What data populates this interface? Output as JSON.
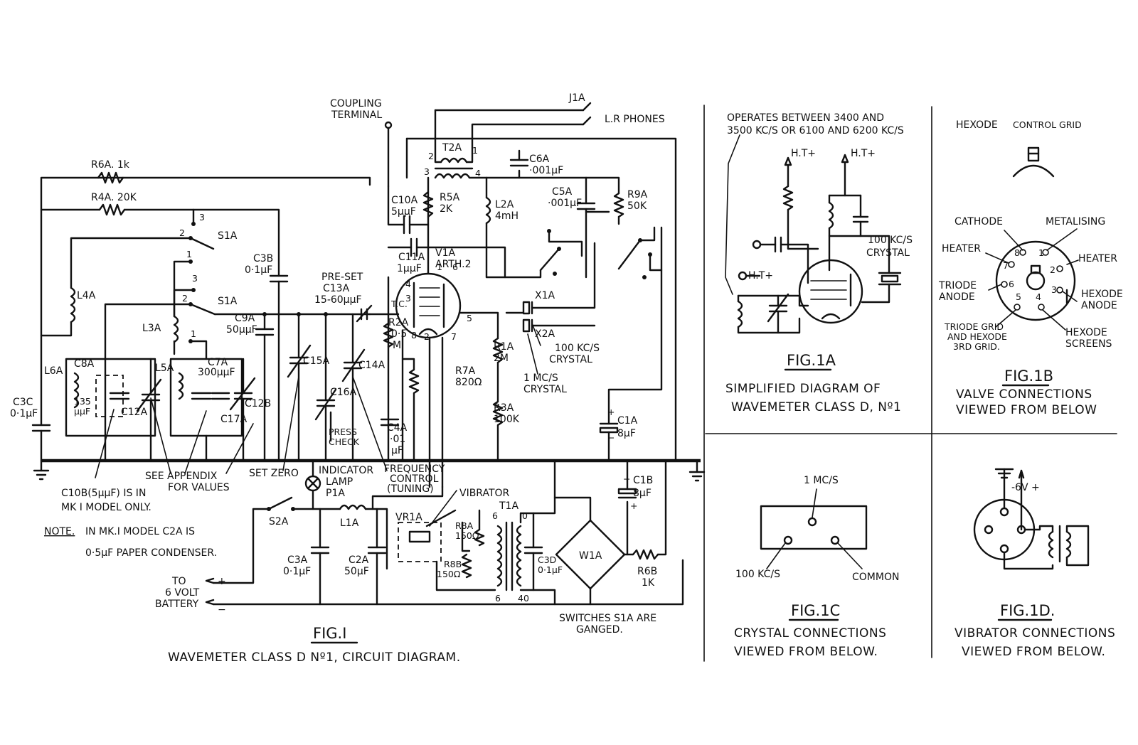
{
  "fig1": {
    "title": "FIG.I",
    "caption": "WAVEMETER CLASS D Nº1, CIRCUIT DIAGRAM.",
    "coupling_terminal": [
      "COUPLING",
      "TERMINAL"
    ],
    "j1a": "J1A",
    "phones": "L.R PHONES",
    "t2a": "T2A",
    "c6a": [
      "C6A",
      "·001μF"
    ],
    "r6a": "R6A. 1k",
    "r4a": "R4A. 20K",
    "s1a": "S1A",
    "c10a": [
      "C10A",
      "5μμF"
    ],
    "r5a": [
      "R5A",
      "2K"
    ],
    "l2a": [
      "L2A",
      "4mH"
    ],
    "c5a": [
      "C5A",
      "·001μF"
    ],
    "r9a": [
      "R9A",
      "50K"
    ],
    "c3b": [
      "C3B",
      "0·1μF"
    ],
    "c11a": [
      "C11A",
      "1μμF"
    ],
    "v1a": [
      "V1A",
      "ARTH.2"
    ],
    "l4a": "L4A",
    "l3a": "L3A",
    "preset": [
      "PRE-SET",
      "C13A",
      "15-60μμF"
    ],
    "tc": "T.C.",
    "c9a": [
      "C9A",
      "50μμF"
    ],
    "x1a": "X1A",
    "x2a": "X2A",
    "crystal_100": [
      "100 KC/S",
      "CRYSTAL"
    ],
    "crystal_1m": [
      "1 MC/S",
      "CRYSTAL"
    ],
    "r2a": [
      "R2A",
      "0·5",
      "M"
    ],
    "r1a": [
      "R1A",
      "2M"
    ],
    "r7a": [
      "R7A",
      "820Ω"
    ],
    "r3a": [
      "R3A",
      "100K"
    ],
    "l6a": "L6A",
    "c8a": "C8A",
    "c8a_val": [
      "135",
      "μμF"
    ],
    "c12a": "C12A",
    "l5a": "L5A",
    "c7a": [
      "C7A",
      "300μμF"
    ],
    "c17a": "C17A",
    "c12b": "C12B",
    "c15a": "C15A",
    "c16a": "C16A",
    "press_check": [
      "PRESS",
      "CHECK"
    ],
    "c14a": "C14A",
    "c4a": [
      "C4A",
      "·01",
      "μF"
    ],
    "c1a": [
      "C1A",
      "8μF"
    ],
    "c3c": [
      "C3C",
      "0·1μF"
    ],
    "see_appendix": [
      "SEE APPENDIX",
      "FOR VALUES"
    ],
    "set_zero": "SET ZERO",
    "indicator": [
      "INDICATOR",
      "LAMP",
      "P1A"
    ],
    "freq_control": [
      "FREQUENCY",
      "CONTROL",
      "(TUNING)"
    ],
    "c10b_note": [
      "C10B(5μμF) IS IN",
      "MK I  MODEL ONLY."
    ],
    "note_label": "NOTE.",
    "note_text": [
      "IN MK.I MODEL C2A IS",
      "0·5μF PAPER CONDENSER."
    ],
    "s2a": "S2A",
    "l1a": "L1A",
    "vibrator": "VIBRATOR",
    "vr1a": "VR1A",
    "t1a": "T1A",
    "r8a": [
      "R8A",
      "150Ω"
    ],
    "r8b": [
      "R8B",
      "150Ω"
    ],
    "c3a": [
      "C3A",
      "0·1μF"
    ],
    "c2a": [
      "C2A",
      "50μF"
    ],
    "c3d": [
      "C3D",
      "0·1μF"
    ],
    "w1a": "W1A",
    "c1b": [
      "C1B",
      "8μF"
    ],
    "r6b": [
      "R6B",
      "1K"
    ],
    "battery": [
      "TO",
      "6 VOLT",
      "BATTERY"
    ],
    "ganged": [
      "SWITCHES S1A ARE",
      "GANGED."
    ],
    "pins": [
      "1",
      "2",
      "3",
      "4",
      "5",
      "6",
      "7",
      "8"
    ]
  },
  "fig1a": {
    "title": "FIG.1A",
    "note": [
      "OPERATES BETWEEN 3400 AND",
      "3500 KC/S OR 6100 AND 6200 KC/S"
    ],
    "ht": "H.T+",
    "crystal": [
      "100 KC/S",
      "CRYSTAL"
    ],
    "caption": [
      "SIMPLIFIED DIAGRAM OF",
      "WAVEMETER CLASS D, Nº1"
    ]
  },
  "fig1b": {
    "title": "FIG.1B",
    "hexode": "HEXODE",
    "control_grid": "CONTROL GRID",
    "cathode": "CATHODE",
    "metalising": "METALISING",
    "heater": "HEATER",
    "triode_anode": [
      "TRIODE",
      "ANODE"
    ],
    "hexode_anode": [
      "HEXODE",
      "ANODE"
    ],
    "triode_grid": [
      "TRIODE GRID",
      "AND HEXODE",
      "3RD GRID."
    ],
    "hexode_screens": [
      "HEXODE",
      "SCREENS"
    ],
    "caption": [
      "VALVE CONNECTIONS",
      "VIEWED FROM BELOW"
    ]
  },
  "fig1c": {
    "title": "FIG.1C",
    "mcs": "1 MC/S",
    "kcs": "100 KC/S",
    "common": "COMMON",
    "caption": [
      "CRYSTAL CONNECTIONS",
      "VIEWED FROM BELOW."
    ]
  },
  "fig1d": {
    "title": "FIG.1D.",
    "volts": "-6V +",
    "caption": [
      "VIBRATOR CONNECTIONS",
      "VIEWED FROM BELOW."
    ]
  }
}
